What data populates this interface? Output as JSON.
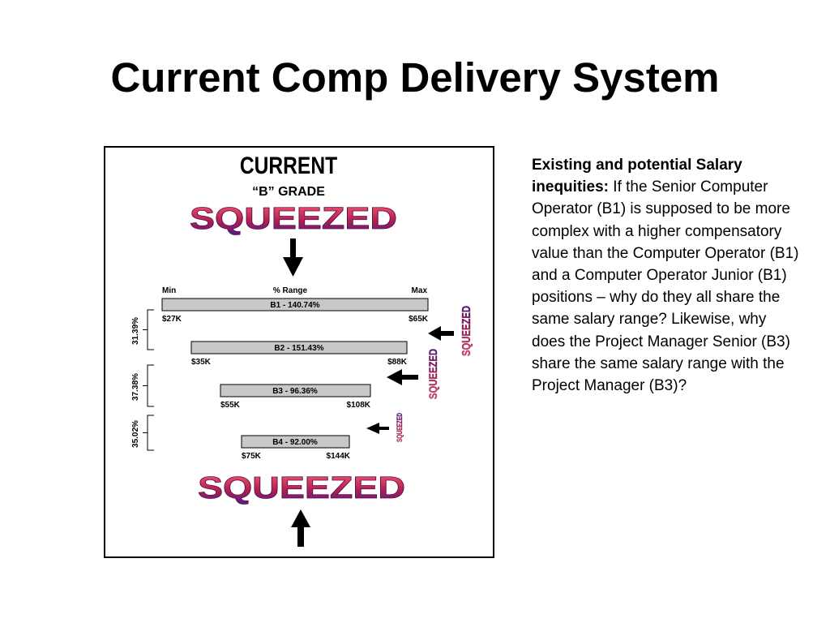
{
  "slide": {
    "title": "Current Comp Delivery System"
  },
  "figure": {
    "heading": "CURRENT",
    "subheading": "“B” GRADE",
    "squeezed_word": "SQUEEZED",
    "range_header": {
      "min": "Min",
      "range": "% Range",
      "max": "Max"
    },
    "bands": [
      {
        "label": "B1 - 140.74%",
        "min": "$27K",
        "max": "$65K"
      },
      {
        "label": "B2 - 151.43%",
        "min": "$35K",
        "max": "$88K"
      },
      {
        "label": "B3 - 96.36%",
        "min": "$55K",
        "max": "$108K"
      },
      {
        "label": "B4 - 92.00%",
        "min": "$75K",
        "max": "$144K"
      }
    ],
    "gaps": [
      "31.39%",
      "37.38%",
      "35.02%"
    ],
    "colors": {
      "band_fill": "#c8c8c8",
      "squeeze_top": "#e8465a",
      "squeeze_bottom": "#6a1a8a"
    }
  },
  "notes": {
    "bold_lead": "Existing and potential Salary inequities:",
    "body": " If the Senior Computer Operator (B1) is supposed to be more complex with a higher compensatory value than the Computer Operator (B1) and a Computer Operator Junior (B1) positions – why do they all share the same salary range? Likewise, why does the Project Manager Senior (B3) share the same salary range with the Project Manager (B3)?"
  }
}
